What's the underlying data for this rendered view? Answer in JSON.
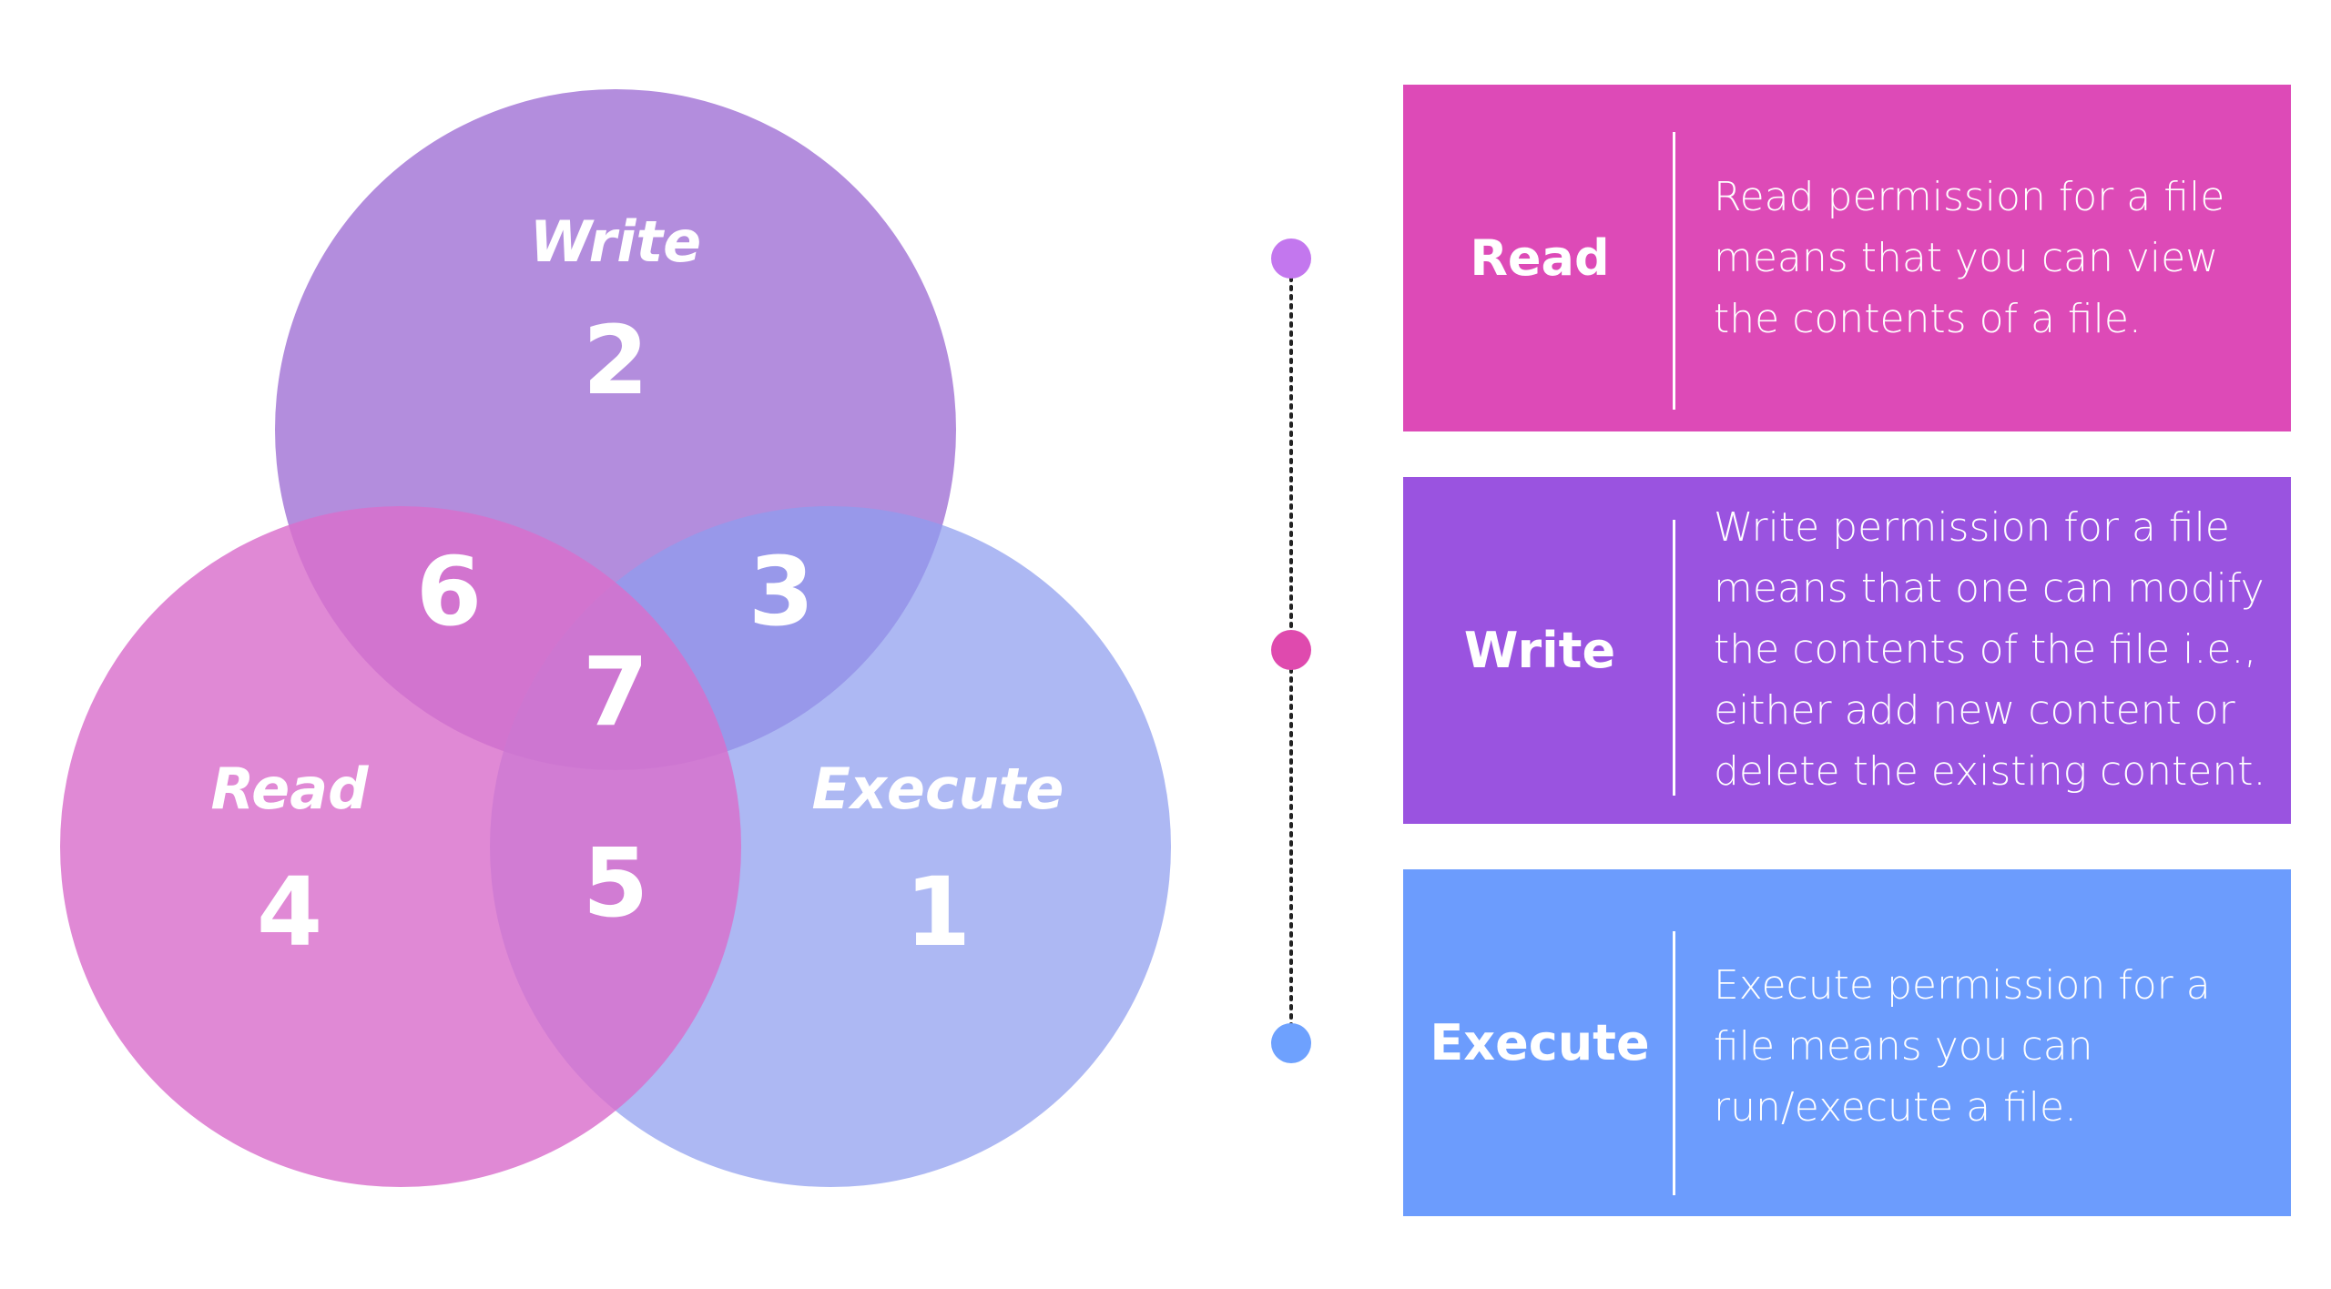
{
  "colors": {
    "read": "#dd4ab7",
    "write": "#9a53e0",
    "execute": "#6c9cfd",
    "venn_read": "#e085d4",
    "venn_write": "#b38ddd",
    "venn_execute": "#a9bbf5",
    "dot_read": "#c377ee",
    "dot_write": "#df4aae",
    "dot_execute": "#6ea1fe"
  },
  "venn": {
    "write": {
      "label": "Write",
      "value": "2"
    },
    "read": {
      "label": "Read",
      "value": "4"
    },
    "execute": {
      "label": "Execute",
      "value": "1"
    },
    "read_write": {
      "value": "6"
    },
    "write_execute": {
      "value": "3"
    },
    "read_execute": {
      "value": "5"
    },
    "all": {
      "value": "7"
    }
  },
  "cards": [
    {
      "title": "Read",
      "description": "Read permission for a file\nmeans that you can view\nthe contents of a file."
    },
    {
      "title": "Write",
      "description": "Write permission for a file\nmeans that one can modify\nthe contents of the file i.e.,\neither add new content or\ndelete the existing content."
    },
    {
      "title": "Execute",
      "description": "Execute permission for a\nfile means you can\nrun/execute a file."
    }
  ]
}
